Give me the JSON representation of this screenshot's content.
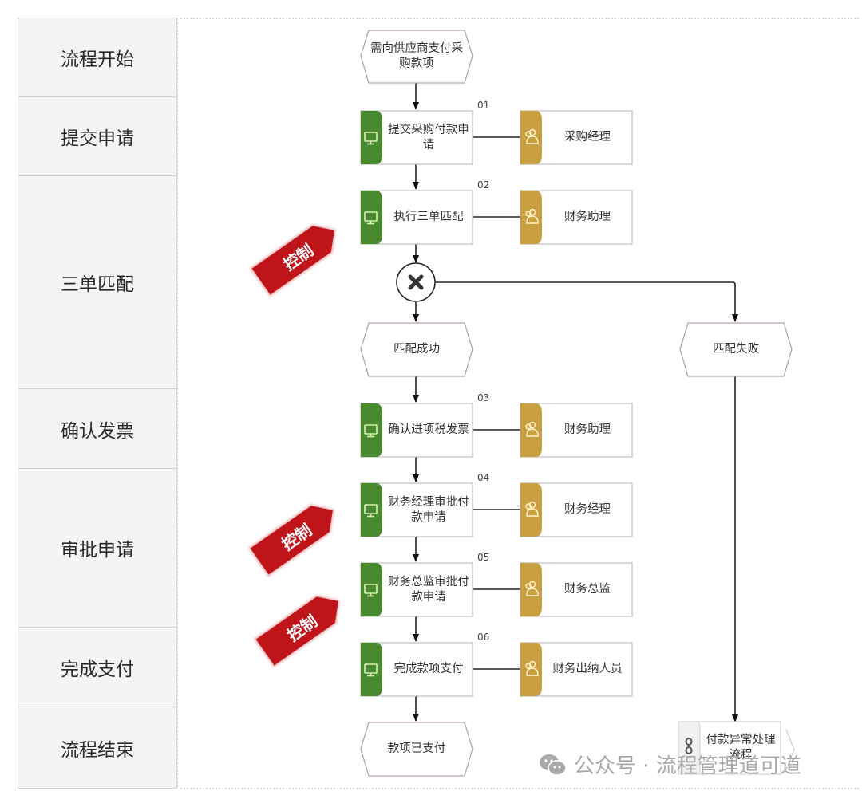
{
  "lanes": [
    {
      "label": "流程开始"
    },
    {
      "label": "提交申请"
    },
    {
      "label": "三单匹配"
    },
    {
      "label": "确认发票"
    },
    {
      "label": "审批申请"
    },
    {
      "label": "完成支付"
    },
    {
      "label": "流程结束"
    }
  ],
  "events": {
    "start": "需向供应商支付采购款项",
    "match_success": "匹配成功",
    "match_fail": "匹配失败",
    "end": "款项已支付"
  },
  "activities": [
    {
      "number": "01",
      "label": "提交采购付款申请",
      "role": "采购经理",
      "icon": "monitor-icon",
      "role_icon": "users-icon"
    },
    {
      "number": "02",
      "label": "执行三单匹配",
      "role": "财务助理",
      "icon": "monitor-icon",
      "role_icon": "users-icon"
    },
    {
      "number": "03",
      "label": "确认进项税发票",
      "role": "财务助理",
      "icon": "monitor-icon",
      "role_icon": "users-icon"
    },
    {
      "number": "04",
      "label": "财务经理审批付款申请",
      "role": "财务经理",
      "icon": "monitor-icon",
      "role_icon": "users-icon"
    },
    {
      "number": "05",
      "label": "财务总监审批付款申请",
      "role": "财务总监",
      "icon": "monitor-icon",
      "role_icon": "users-icon"
    },
    {
      "number": "06",
      "label": "完成款项支付",
      "role": "财务出纳人员",
      "icon": "monitor-icon",
      "role_icon": "users-icon"
    }
  ],
  "gateway": {
    "type": "xor",
    "icon": "x-icon"
  },
  "subprocess": {
    "label": "付款异常处理流程",
    "icon": "link-icon"
  },
  "controls": [
    {
      "label": "控制"
    },
    {
      "label": "控制"
    },
    {
      "label": "控制"
    }
  ],
  "watermark": {
    "text": "公众号 · 流程管理道可道",
    "icon": "wechat-icon"
  },
  "colors": {
    "activity_accent": "#4a8a2e",
    "role_accent": "#c9a041",
    "control_red": "#c0141b",
    "event_border": "#b9a3ad"
  }
}
